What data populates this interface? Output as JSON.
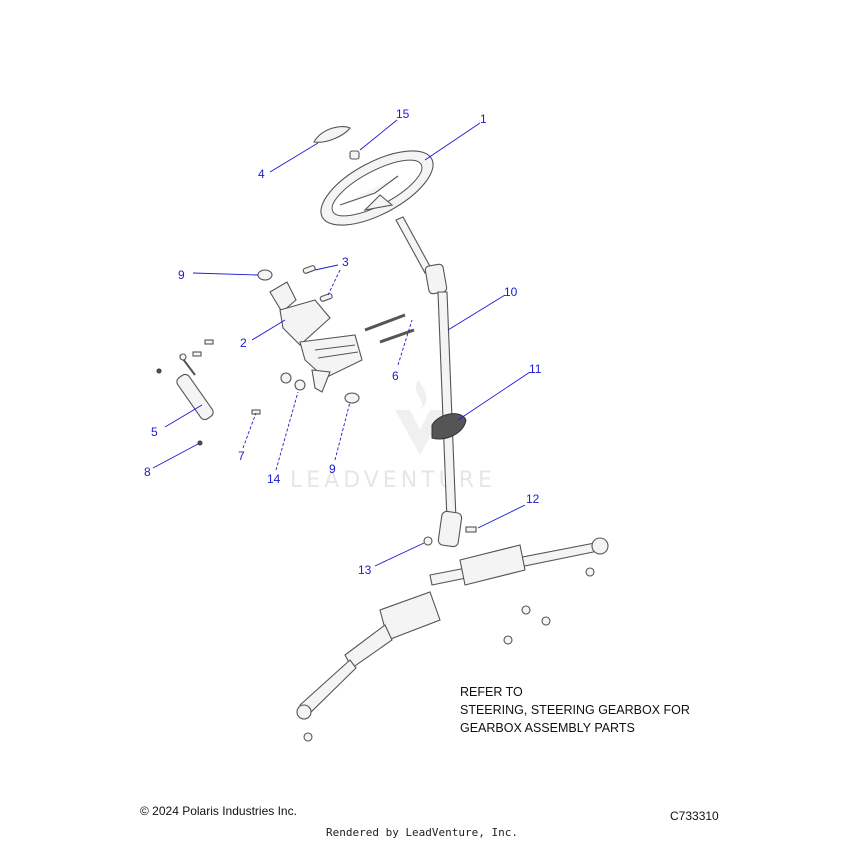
{
  "diagram": {
    "callouts": [
      {
        "id": "c1",
        "label": "1"
      },
      {
        "id": "c2",
        "label": "2"
      },
      {
        "id": "c3",
        "label": "3"
      },
      {
        "id": "c4",
        "label": "4"
      },
      {
        "id": "c5",
        "label": "5"
      },
      {
        "id": "c6",
        "label": "6"
      },
      {
        "id": "c7",
        "label": "7"
      },
      {
        "id": "c8",
        "label": "8"
      },
      {
        "id": "c9a",
        "label": "9"
      },
      {
        "id": "c9b",
        "label": "9"
      },
      {
        "id": "c10",
        "label": "10"
      },
      {
        "id": "c11",
        "label": "11"
      },
      {
        "id": "c12",
        "label": "12"
      },
      {
        "id": "c13",
        "label": "13"
      },
      {
        "id": "c14",
        "label": "14"
      },
      {
        "id": "c15",
        "label": "15"
      }
    ],
    "note_lines": [
      "REFER TO",
      "STEERING, STEERING GEARBOX FOR",
      "GEARBOX ASSEMBLY PARTS"
    ],
    "watermark": "LEADVENTURE",
    "copyright": "© 2024 Polaris Industries Inc.",
    "diagram_code": "C733310",
    "rendered_by": "Rendered by LeadVenture, Inc.",
    "colors": {
      "callout": "#1a1ad6",
      "line": "#555555"
    }
  }
}
